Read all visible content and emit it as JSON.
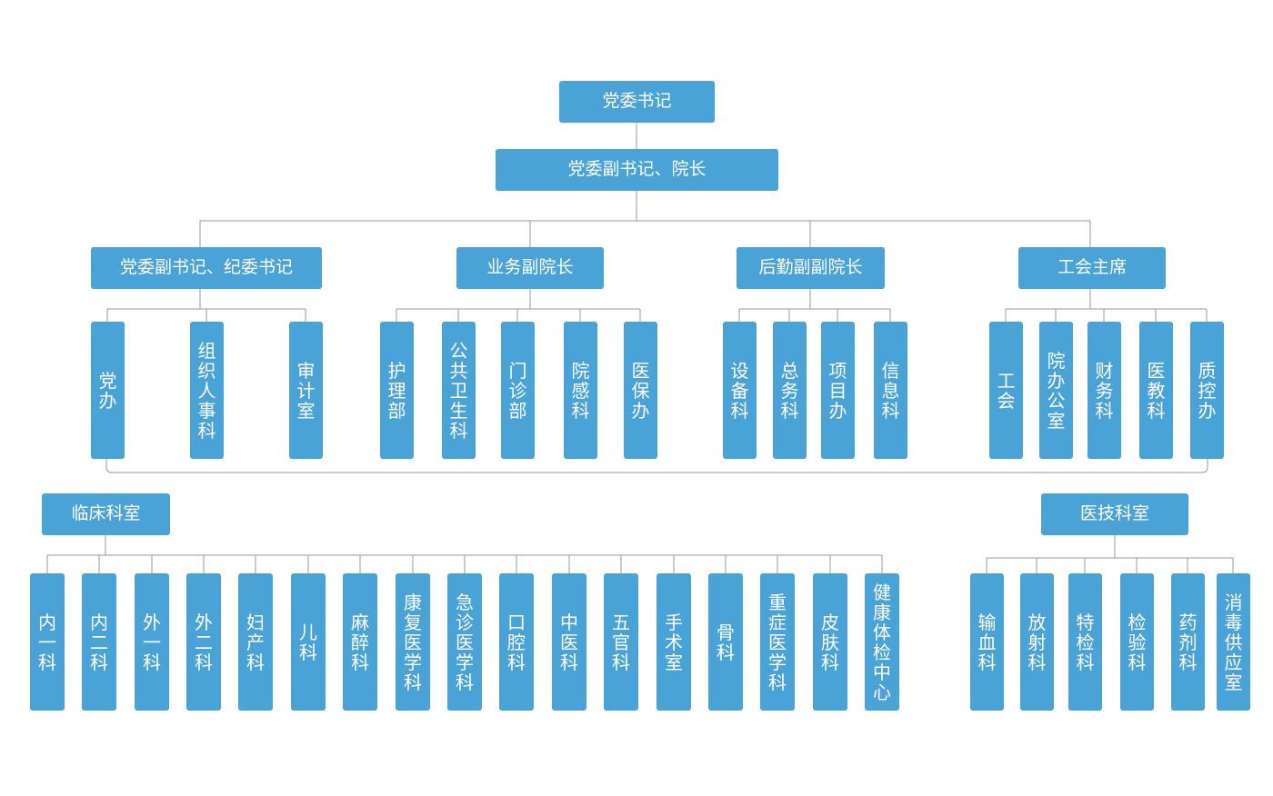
{
  "colors": {
    "box": "#4aa3d6",
    "line": "#9a9a9a",
    "text": "#ffffff"
  },
  "nodes": {
    "secretary": "党委书记",
    "dean": "党委副书记、院长",
    "deputy_discipline": "党委副书记、纪委书记",
    "business_vice": "业务副院长",
    "logistics_vice": "后勤副副院长",
    "union_chair": "工会主席",
    "clinical": "临床科室",
    "medtech": "医技科室"
  },
  "groups": {
    "g1": [
      "党办",
      "组织人事科",
      "审计室"
    ],
    "g2": [
      "护理部",
      "公共卫生科",
      "门诊部",
      "院感科",
      "医保办"
    ],
    "g3": [
      "设备科",
      "总务科",
      "项目办",
      "信息科"
    ],
    "g4": [
      "工会",
      "院办公室",
      "财务科",
      "医教科",
      "质控办"
    ],
    "clinical_depts": [
      "内一科",
      "内二科",
      "外一科",
      "外二科",
      "妇产科",
      "儿科",
      "麻醉科",
      "康复医学科",
      "急诊医学科",
      "口腔科",
      "中医科",
      "五官科",
      "手术室",
      "骨科",
      "重症医学科",
      "皮肤科",
      "健康体检中心"
    ],
    "medtech_depts": [
      "输血科",
      "放射科",
      "特检科",
      "检验科",
      "药剂科",
      "消毒供应室"
    ]
  }
}
